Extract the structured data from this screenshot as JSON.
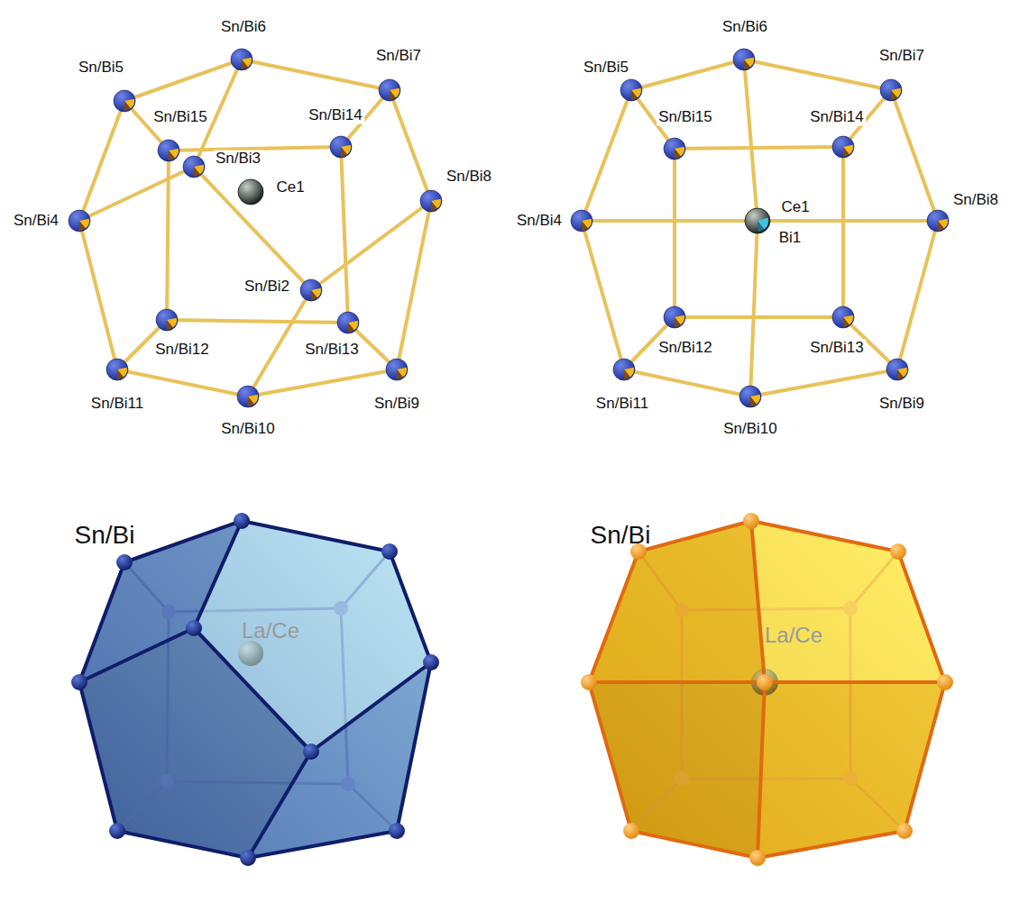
{
  "diagram": {
    "labels": [
      "Sn/Bi5",
      "Sn/Bi6",
      "Sn/Bi7",
      "Sn/Bi15",
      "Sn/Bi14",
      "Sn/Bi3",
      "Sn/Bi4",
      "Ce1",
      "Sn/Bi8",
      "Sn/Bi2",
      "Sn/Bi12",
      "Sn/Bi13",
      "Sn/Bi11",
      "Sn/Bi10",
      "Sn/Bi9",
      "Sn/Bi6",
      "Sn/Bi5",
      "Sn/Bi7",
      "Sn/Bi15",
      "Sn/Bi14",
      "Sn/Bi4",
      "Ce1",
      "Sn/Bi8",
      "Bi1",
      "Sn/Bi12",
      "Sn/Bi13",
      "Sn/Bi11",
      "Sn/Bi9",
      "Sn/Bi10",
      "Sn/Bi",
      "La/Ce",
      "Sn/Bi",
      "La/Ce"
    ]
  }
}
